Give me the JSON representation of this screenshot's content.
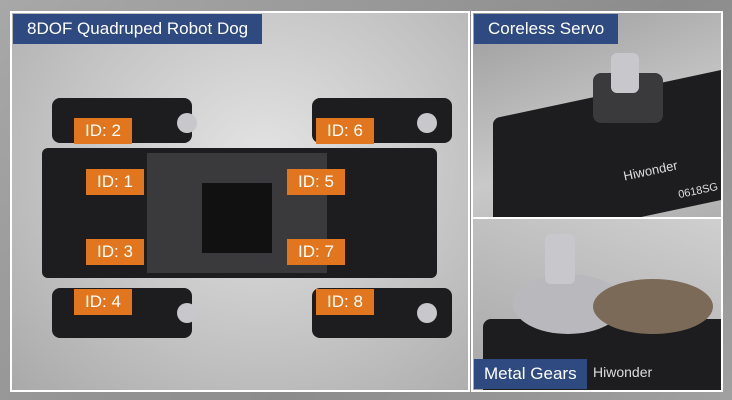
{
  "panels": {
    "robot": {
      "title": "8DOF Quadruped Robot Dog",
      "ids": [
        "ID: 1",
        "ID: 2",
        "ID: 3",
        "ID: 4",
        "ID: 5",
        "ID: 6",
        "ID: 7",
        "ID: 8"
      ]
    },
    "servo": {
      "title": "Coreless Servo",
      "brand": "Hiwonder",
      "model": "0618SG"
    },
    "gears": {
      "title": "Metal Gears",
      "brand": "Hiwonder"
    }
  },
  "colors": {
    "label_bg": "#2f4a80",
    "id_bg": "#e2761e"
  }
}
